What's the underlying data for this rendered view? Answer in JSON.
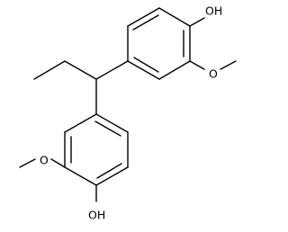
{
  "molecule": {
    "atom_labels": {
      "oh_top": "OH",
      "o_top": "O",
      "o_bottom": "O",
      "oh_bottom": "OH"
    }
  }
}
